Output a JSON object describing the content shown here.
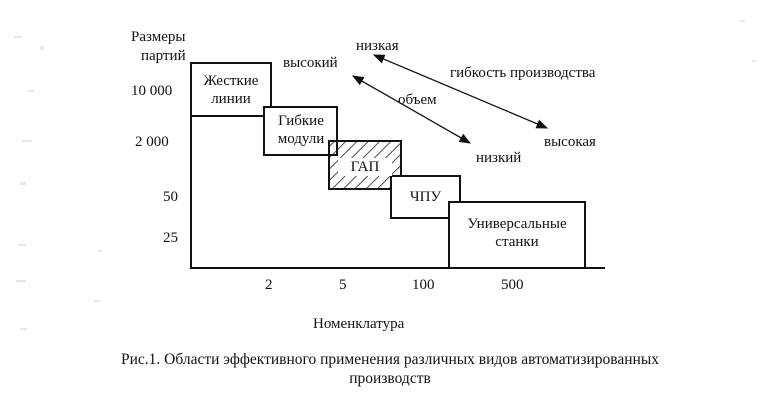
{
  "diagram": {
    "y_axis_title_line1": "Размеры",
    "y_axis_title_line2": "партий",
    "x_axis_title": "Номенклатура",
    "y_ticks": [
      "10 000",
      "2 000",
      "50",
      "25"
    ],
    "x_ticks": [
      "2",
      "5",
      "100",
      "500"
    ],
    "boxes": {
      "rigid_line1": "Жесткие",
      "rigid_line2": "линии",
      "flex_line1": "Гибкие",
      "flex_line2": "модули",
      "gap": "ГАП",
      "cnc": "ЧПУ",
      "universal_line1": "Универсальные",
      "universal_line2": "станки"
    },
    "annotations": {
      "volume": "объем",
      "volume_high": "высокий",
      "volume_low": "низкий",
      "flexibility": "гибкость производства",
      "flexibility_low": "низкая",
      "flexibility_high": "высокая"
    },
    "caption_line1": "Рис.1. Области эффективного применения различных видов автоматизированных",
    "caption_line2": "производств"
  }
}
